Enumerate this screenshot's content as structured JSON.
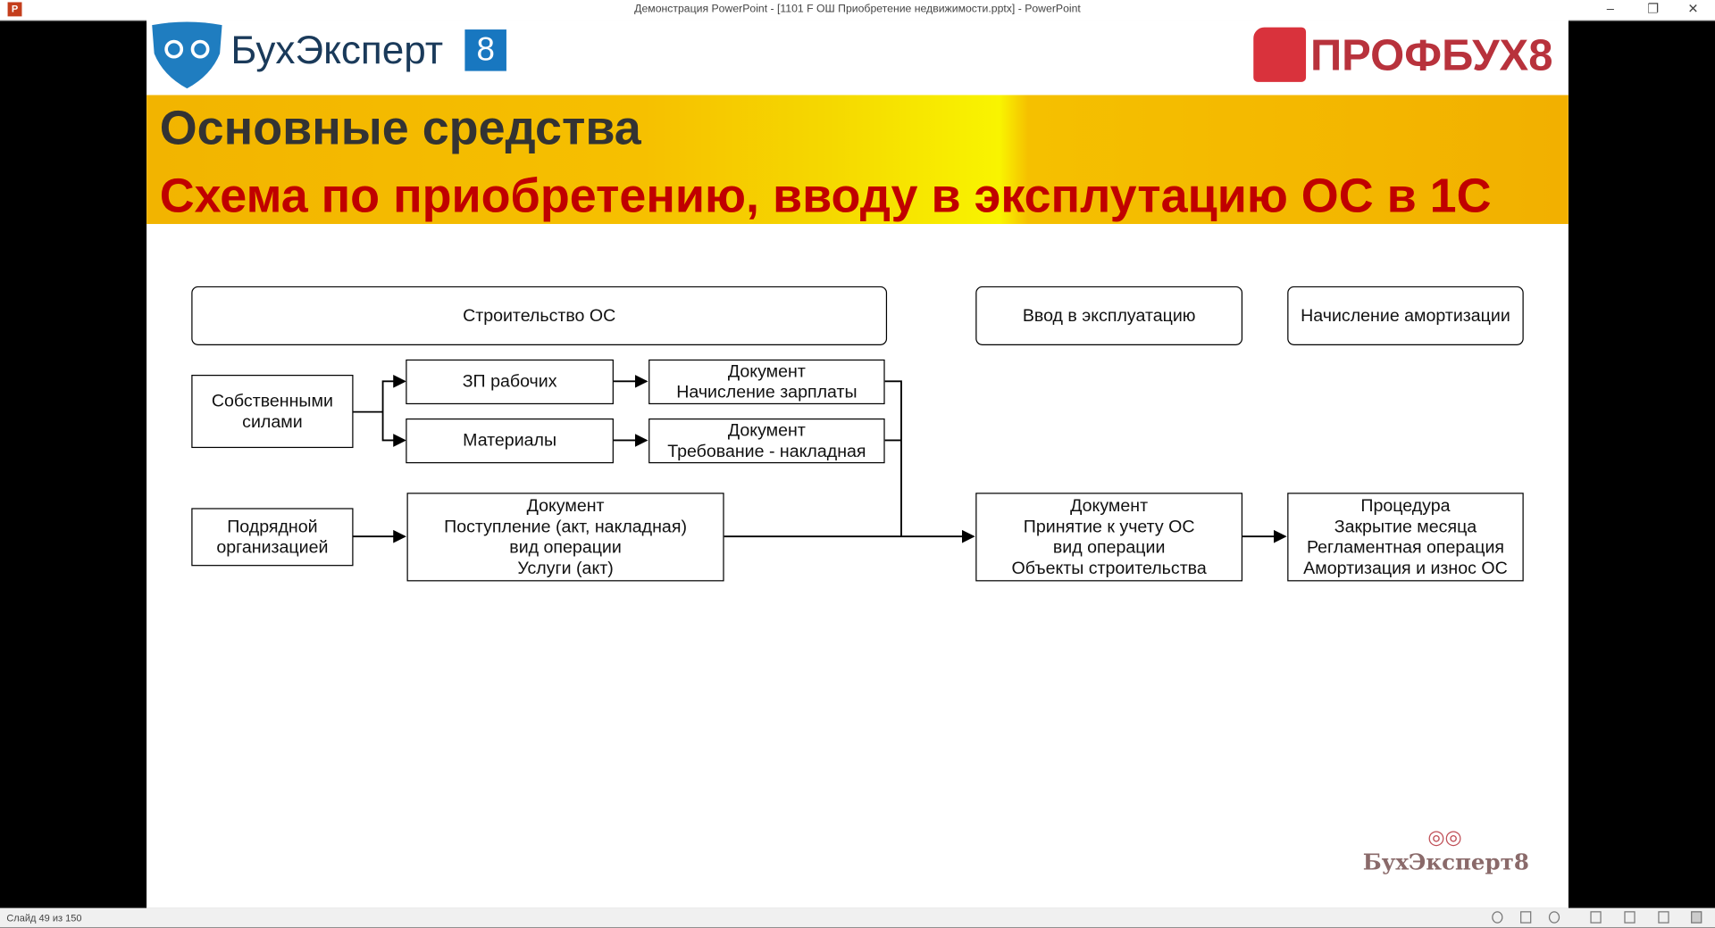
{
  "window": {
    "title": "Демонстрация PowerPoint - [1101 F ОШ Приобретение недвижимости.pptx] - PowerPoint"
  },
  "slide": {
    "logo_left": "БухЭксперт",
    "logo_left_badge": "8",
    "logo_right": "ПРОФБУХ8",
    "title": "Основные средства",
    "subtitle": "Схема по приобретению, вводу в эксплутацию ОС в 1С",
    "diagram": {
      "header_construction": "Строительство ОС",
      "header_commissioning": "Ввод в эксплуатацию",
      "header_depreciation": "Начисление амортизации",
      "own_forces": [
        "Собственными",
        "силами"
      ],
      "wages": "ЗП рабочих",
      "materials": "Материалы",
      "doc_payroll": [
        "Документ",
        "Начисление зарплаты"
      ],
      "doc_requisition": [
        "Документ",
        "Требование - накладная"
      ],
      "contractor": [
        "Подрядной",
        "организацией"
      ],
      "doc_receipt": [
        "Документ",
        "Поступление (акт, накладная)",
        "вид операции",
        "Услуги (акт)"
      ],
      "doc_acceptance": [
        "Документ",
        "Принятие к учету ОС",
        "вид операции",
        "Объекты строительства"
      ],
      "procedure": [
        "Процедура",
        "Закрытие месяца",
        "Регламентная операция",
        "Амортизация и износ ОС"
      ]
    },
    "watermark": "БухЭксперт8"
  },
  "status": {
    "slide_counter": "Слайд 49 из 150"
  }
}
